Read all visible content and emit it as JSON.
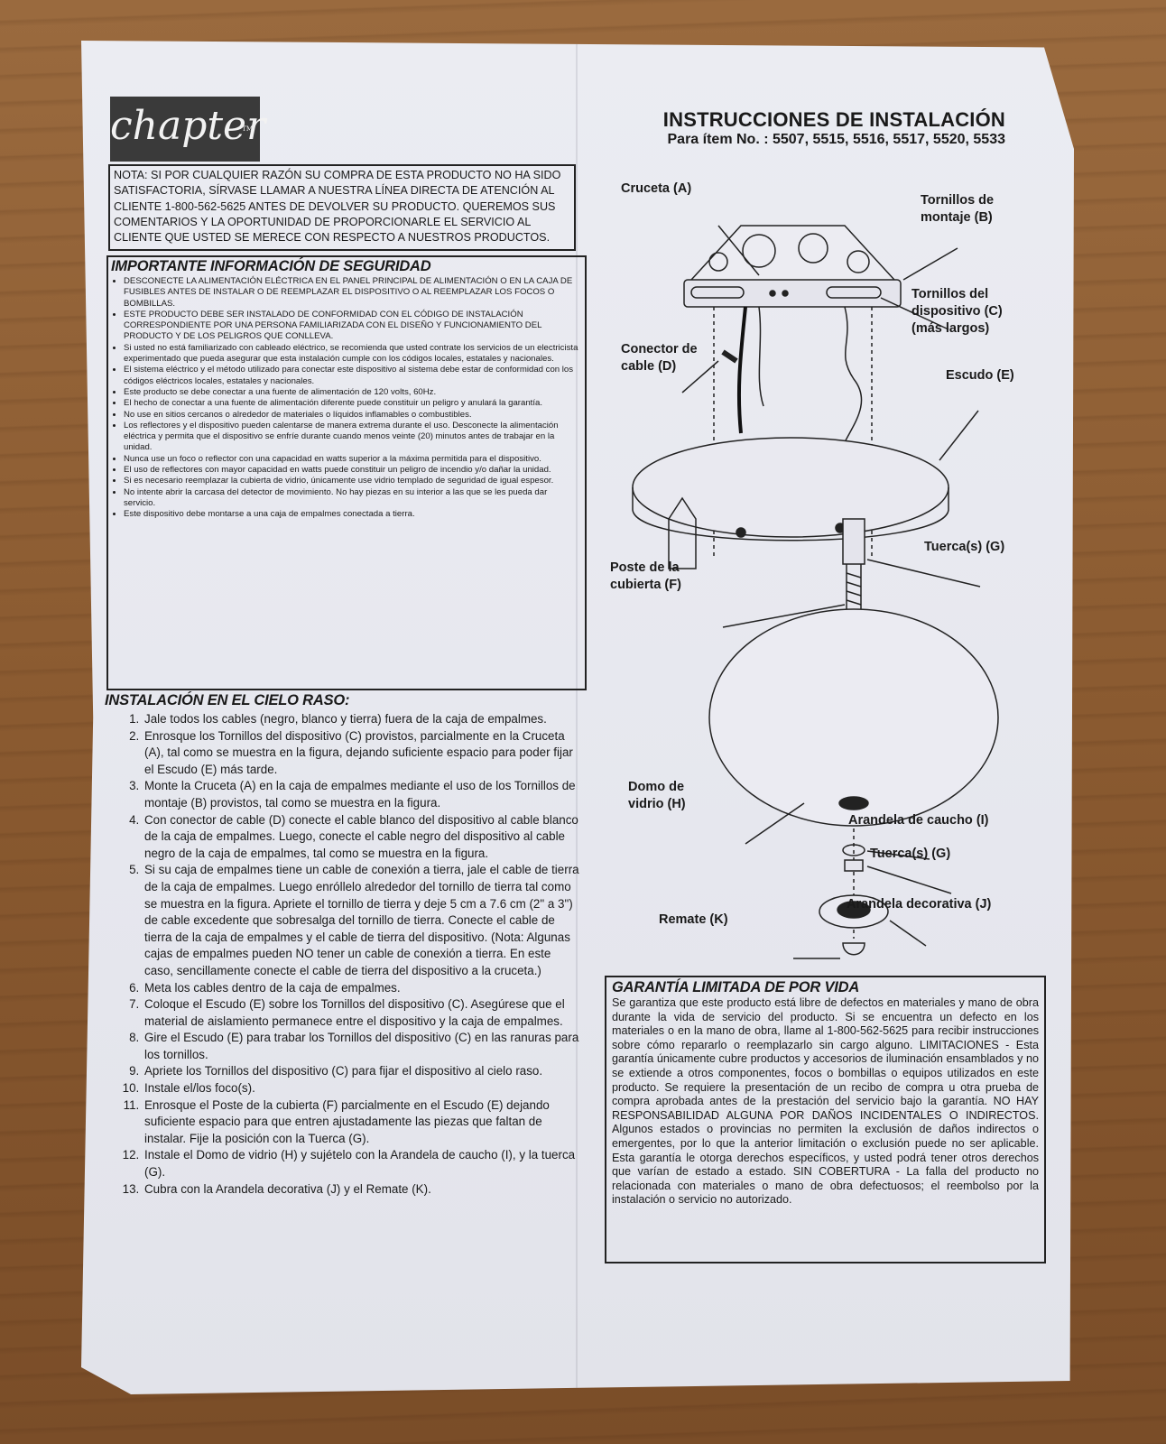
{
  "logo": {
    "brand": "chapter",
    "tm": "TM"
  },
  "header": {
    "title": "INSTRUCCIONES DE INSTALACIÓN",
    "subtitle": "Para ítem No. : 5507, 5515, 5516, 5517, 5520, 5533"
  },
  "note": "NOTA: SI POR CUALQUIER RAZÓN SU COMPRA DE ESTA PRODUCTO NO HA SIDO SATISFACTORIA, SÍRVASE LLAMAR A NUESTRA LÍNEA DIRECTA DE ATENCIÓN AL CLIENTE 1-800-562-5625 ANTES DE DEVOLVER SU PRODUCTO. QUEREMOS SUS COMENTARIOS Y LA OPORTUNIDAD DE PROPORCIONARLE EL SERVICIO AL CLIENTE QUE USTED SE MERECE CON RESPECTO A NUESTROS PRODUCTOS.",
  "safety": {
    "heading": "IMPORTANTE INFORMACIÓN DE SEGURIDAD",
    "items": [
      "DESCONECTE LA ALIMENTACIÓN ELÉCTRICA EN EL PANEL PRINCIPAL DE ALIMENTACIÓN O EN LA CAJA DE FUSIBLES ANTES DE INSTALAR O DE REEMPLAZAR EL DISPOSITIVO O AL REEMPLAZAR LOS FOCOS O BOMBILLAS.",
      "ESTE PRODUCTO DEBE SER INSTALADO DE CONFORMIDAD CON EL CÓDIGO DE INSTALACIÓN CORRESPONDIENTE POR UNA PERSONA FAMILIARIZADA CON EL DISEÑO Y FUNCIONAMIENTO DEL PRODUCTO Y DE LOS PELIGROS QUE CONLLEVA.",
      "Si usted no está familiarizado con cableado eléctrico, se recomienda que usted contrate los servicios de un electricista experimentado que pueda asegurar que esta instalación cumple con los códigos locales, estatales y nacionales.",
      "El sistema eléctrico y el método utilizado para conectar este dispositivo al sistema debe estar de conformidad con los códigos eléctricos locales, estatales y nacionales.",
      "Este producto se debe conectar a una fuente de alimentación de 120 volts, 60Hz.",
      "El hecho de conectar a una fuente de alimentación diferente puede constituir un peligro y anulará la garantía.",
      "No use en sitios cercanos o alrededor de materiales o líquidos inflamables o combustibles.",
      "Los reflectores y el dispositivo pueden calentarse de manera extrema durante el uso. Desconecte la alimentación eléctrica y permita que el dispositivo se enfríe durante cuando menos veinte (20) minutos antes de trabajar en la unidad.",
      "Nunca use un foco o reflector con una capacidad en watts superior a la máxima permitida para el dispositivo.",
      "El uso de reflectores con mayor capacidad en watts puede constituir un peligro de incendio y/o dañar la unidad.",
      "Si es necesario reemplazar la cubierta de vidrio, únicamente use vidrio templado de seguridad de igual espesor.",
      "No intente abrir la carcasa del detector de movimiento. No hay piezas en su interior a las que se les pueda dar servicio.",
      "Este dispositivo debe montarse a una caja de empalmes conectada a tierra."
    ]
  },
  "install": {
    "heading": "INSTALACIÓN EN EL CIELO RASO:",
    "steps": [
      "Jale todos los cables (negro, blanco y tierra) fuera de la caja de empalmes.",
      "Enrosque los Tornillos del dispositivo (C) provistos, parcialmente en la Cruceta (A), tal como se muestra en la figura, dejando suficiente espacio para poder fijar el Escudo (E) más tarde.",
      "Monte la Cruceta (A) en la caja de empalmes mediante el uso de los Tornillos de montaje (B) provistos, tal como se muestra en la figura.",
      "Con conector de cable (D) conecte el cable blanco del dispositivo al cable blanco de la caja de empalmes. Luego, conecte el cable negro del dispositivo al cable negro de la caja de empalmes, tal como se muestra en la figura.",
      "Si su caja de empalmes tiene un cable de conexión a tierra, jale el cable de tierra de la caja de empalmes. Luego enróllelo alrededor del tornillo de tierra tal como se muestra en la figura. Apriete el tornillo de tierra y deje 5 cm a 7.6 cm (2\" a 3\") de cable excedente que sobresalga del tornillo de tierra. Conecte el cable de tierra de la caja de empalmes y el cable de tierra del dispositivo. (Nota: Algunas cajas de empalmes pueden NO tener un cable de conexión a tierra. En este caso, sencillamente conecte el cable de tierra del dispositivo a la cruceta.)",
      "Meta los cables dentro de la caja de empalmes.",
      "Coloque el Escudo (E) sobre los Tornillos del dispositivo (C). Asegúrese que el material de aislamiento permanece entre el dispositivo y la caja de empalmes.",
      "Gire el Escudo (E) para trabar los Tornillos del dispositivo (C) en las ranuras para los tornillos.",
      "Apriete los Tornillos del dispositivo (C) para fijar el dispositivo al cielo raso.",
      "Instale el/los foco(s).",
      "Enrosque el Poste de la cubierta (F) parcialmente en el Escudo (E) dejando suficiente espacio para que entren ajustadamente las piezas que faltan de instalar. Fije la posición con la Tuerca (G).",
      "Instale el Domo de vidrio (H) y sujételo con la Arandela de caucho (I), y la tuerca (G).",
      "Cubra con la Arandela decorativa (J) y el Remate (K)."
    ]
  },
  "diagram": {
    "labels": {
      "A": "Cruceta (A)",
      "B": "Tornillos de montaje (B)",
      "C": "Tornillos del dispositivo (C) (más largos)",
      "D": "Conector de cable (D)",
      "E": "Escudo (E)",
      "G1": "Tuerca(s) (G)",
      "F": "Poste de la cubierta (F)",
      "H": "Domo de vidrio (H)",
      "I": "Arandela de caucho (I)",
      "G2": "Tuerca(s) (G)",
      "J": "Arandela decorativa (J)",
      "K": "Remate (K)"
    }
  },
  "warranty": {
    "heading": "GARANTÍA LIMITADA DE POR VIDA",
    "text": "Se garantiza que este producto está libre de defectos en materiales y mano de obra durante la vida de servicio del producto. Si se encuentra un defecto en los materiales o en la mano de obra, llame al 1-800-562-5625 para recibir instrucciones sobre cómo repararlo o reemplazarlo sin cargo alguno. LIMITACIONES - Esta garantía únicamente cubre productos y accesorios de iluminación ensamblados y no se extiende a otros componentes, focos o bombillas o equipos utilizados en este producto. Se requiere la presentación de un recibo de compra u otra prueba de compra aprobada antes de la prestación del servicio bajo la garantía. NO HAY RESPONSABILIDAD ALGUNA POR DAÑOS INCIDENTALES O INDIRECTOS. Algunos estados o provincias no permiten la exclusión de daños indirectos o emergentes, por lo que la anterior limitación o exclusión puede no ser aplicable. Esta garantía le otorga derechos específicos, y usted podrá tener otros derechos que varían de estado a estado. SIN COBERTURA - La falla del producto no relacionada con materiales o mano de obra defectuosos; el reembolso por la instalación o servicio no autorizado."
  }
}
